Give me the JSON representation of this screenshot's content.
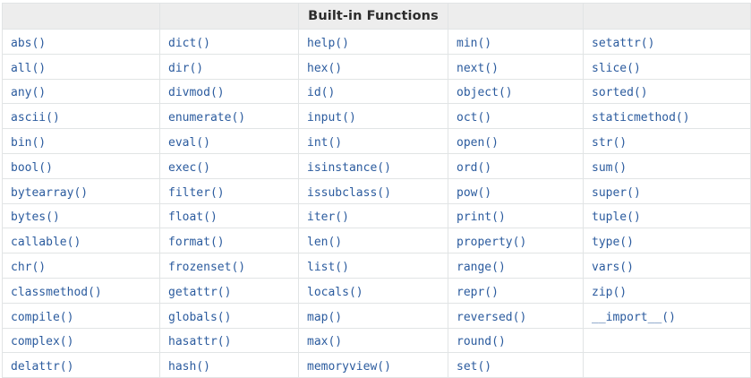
{
  "table": {
    "title": "Built-in Functions",
    "title_column_index": 2,
    "column_count": 5,
    "row_count": 14,
    "link_color": "#2b5b9e",
    "header_background": "#ededed",
    "border_color": "#e1e4e5",
    "headers": [
      "",
      "",
      "Built-in Functions",
      "",
      ""
    ],
    "rows": [
      [
        "abs()",
        "dict()",
        "help()",
        "min()",
        "setattr()"
      ],
      [
        "all()",
        "dir()",
        "hex()",
        "next()",
        "slice()"
      ],
      [
        "any()",
        "divmod()",
        "id()",
        "object()",
        "sorted()"
      ],
      [
        "ascii()",
        "enumerate()",
        "input()",
        "oct()",
        "staticmethod()"
      ],
      [
        "bin()",
        "eval()",
        "int()",
        "open()",
        "str()"
      ],
      [
        "bool()",
        "exec()",
        "isinstance()",
        "ord()",
        "sum()"
      ],
      [
        "bytearray()",
        "filter()",
        "issubclass()",
        "pow()",
        "super()"
      ],
      [
        "bytes()",
        "float()",
        "iter()",
        "print()",
        "tuple()"
      ],
      [
        "callable()",
        "format()",
        "len()",
        "property()",
        "type()"
      ],
      [
        "chr()",
        "frozenset()",
        "list()",
        "range()",
        "vars()"
      ],
      [
        "classmethod()",
        "getattr()",
        "locals()",
        "repr()",
        "zip()"
      ],
      [
        "compile()",
        "globals()",
        "map()",
        "reversed()",
        "__import__()"
      ],
      [
        "complex()",
        "hasattr()",
        "max()",
        "round()",
        ""
      ],
      [
        "delattr()",
        "hash()",
        "memoryview()",
        "set()",
        ""
      ]
    ]
  }
}
